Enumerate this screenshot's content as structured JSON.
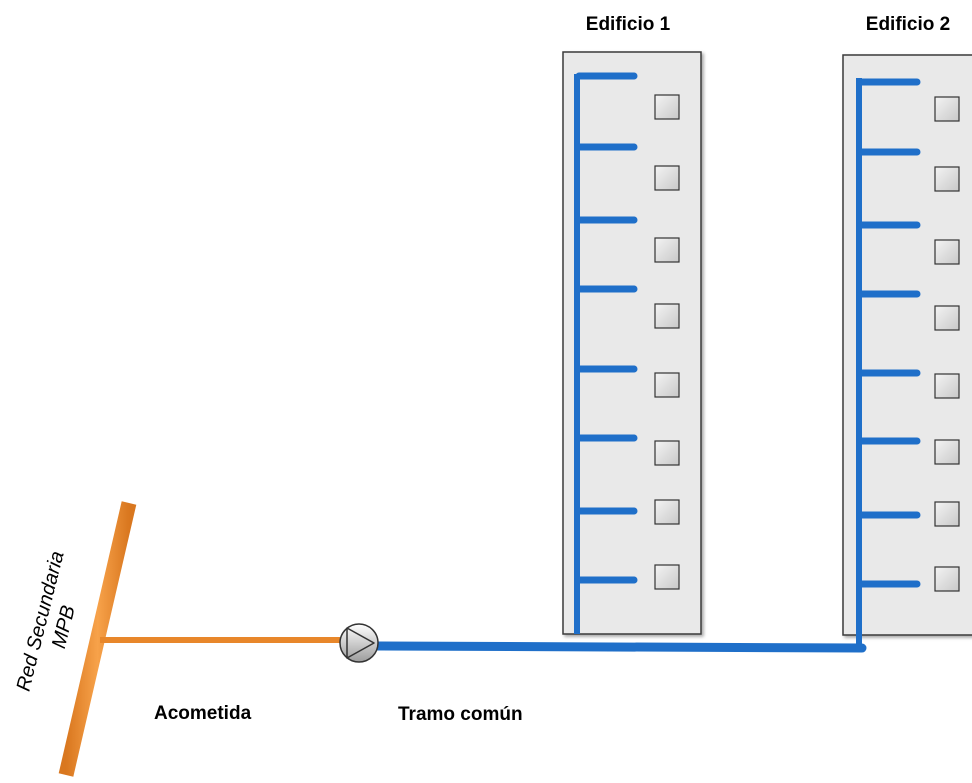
{
  "labels": {
    "building_1": "Edificio 1",
    "building_2": "Edificio 2",
    "network_line1": "Red Secundaria",
    "network_line2": "MPB",
    "service_pipe": "Acometida",
    "common_section": "Tramo común"
  },
  "buildings": [
    {
      "name": "Edificio 1",
      "floors": 8
    },
    {
      "name": "Edificio 2",
      "floors": 8
    }
  ],
  "icons": {
    "valve": "check-valve-icon",
    "dwelling": "dwelling-unit-icon"
  },
  "colors": {
    "secondary_network": "#F0952E",
    "service_pipe": "#E8872A",
    "riser_pipe": "#1F6FC9",
    "building_fill": "#E9E9E9",
    "building_border": "#3A3A3A",
    "unit_fill": "#E2E2E2"
  }
}
